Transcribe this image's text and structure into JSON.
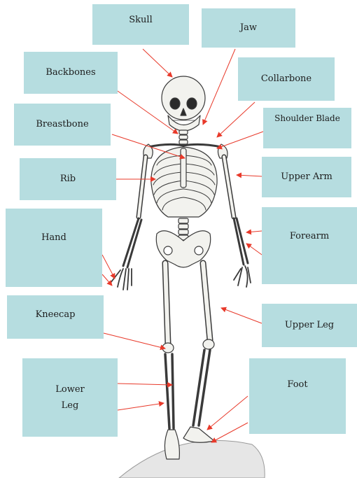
{
  "labels": {
    "skull": "Skull",
    "jaw": "Jaw",
    "backbones": "Backbones",
    "collarbone": "Collarbone",
    "breastbone": "Breastbone",
    "shoulder_blade": "Shoulder Blade",
    "rib": "Rib",
    "upper_arm": "Upper Arm",
    "hand": "Hand",
    "forearm": "Forearm",
    "kneecap": "Kneecap",
    "upper_leg": "Upper Leg",
    "lower_leg_1": "Lower",
    "lower_leg_2": "Leg",
    "foot": "Foot"
  },
  "colors": {
    "label_box": "#b6dde0",
    "arrow": "#e8392a",
    "bone_outline": "#3a3a3a",
    "bone_fill": "#f2f2ee"
  }
}
